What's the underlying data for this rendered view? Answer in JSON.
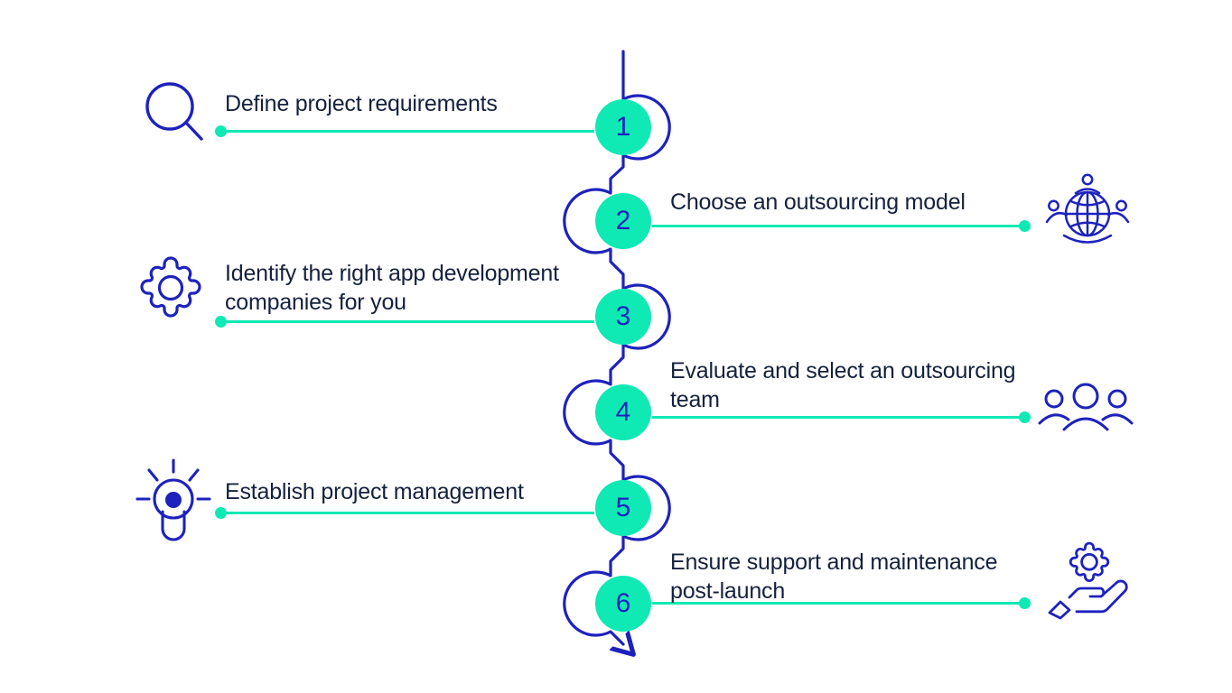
{
  "theme": {
    "background": "#ffffff",
    "accent_mint": "#0fe9b4",
    "accent_navy": "#1d22bd",
    "text_color": "#14213d"
  },
  "diagram": {
    "type": "vertical-snake-timeline",
    "orientation": "vertical",
    "step_count": 6,
    "terminator": "arrowhead-right-bottom"
  },
  "steps": [
    {
      "number": "1",
      "label": "Define project requirements",
      "side": "left",
      "icon": "magnifying-glass-icon",
      "arc": "right"
    },
    {
      "number": "2",
      "label": "Choose an outsourcing model",
      "side": "right",
      "icon": "globe-network-icon",
      "arc": "left"
    },
    {
      "number": "3",
      "label": "Identify the right app development\ncompanies for you",
      "side": "left",
      "icon": "gear-icon",
      "arc": "right"
    },
    {
      "number": "4",
      "label": "Evaluate and select an outsourcing\nteam",
      "side": "right",
      "icon": "team-people-icon",
      "arc": "left"
    },
    {
      "number": "5",
      "label": "Establish project management",
      "side": "left",
      "icon": "lightbulb-icon",
      "arc": "right"
    },
    {
      "number": "6",
      "label": "Ensure support and maintenance\npost-launch",
      "side": "right",
      "icon": "gear-in-hand-icon",
      "arc": "left"
    }
  ]
}
